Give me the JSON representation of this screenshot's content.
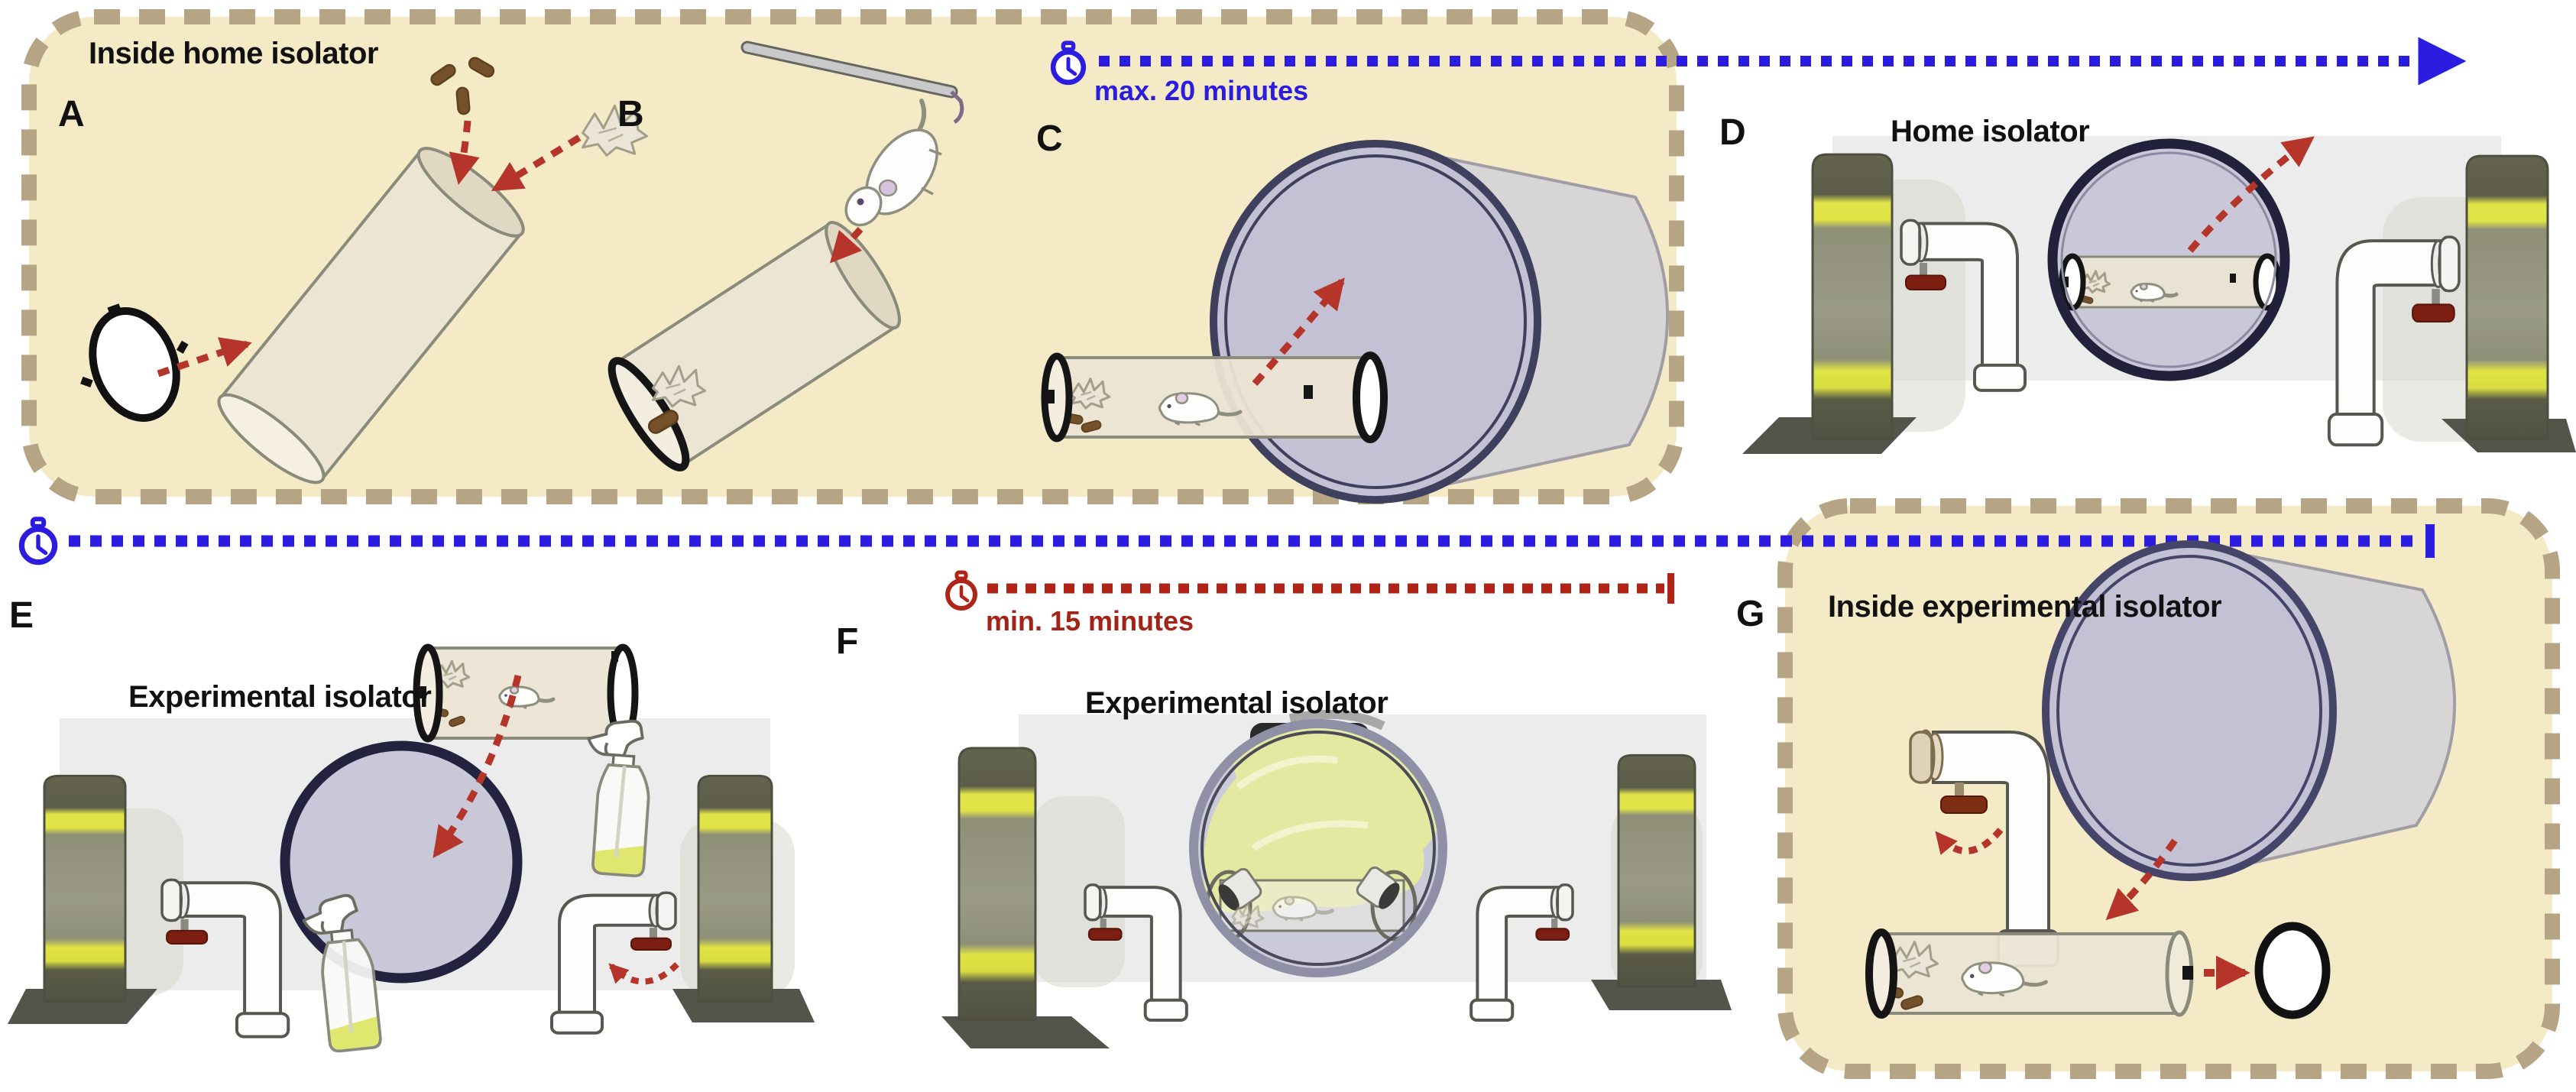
{
  "sections": {
    "home": {
      "title": "Inside home isolator"
    },
    "experimental": {
      "title": "Inside experimental isolator"
    }
  },
  "panels": {
    "a": {
      "letter": "A"
    },
    "b": {
      "letter": "B"
    },
    "c": {
      "letter": "C"
    },
    "d": {
      "letter": "D",
      "title": "Home isolator"
    },
    "e": {
      "letter": "E",
      "title": "Experimental isolator"
    },
    "f": {
      "letter": "F",
      "title": "Experimental isolator"
    },
    "g": {
      "letter": "G"
    }
  },
  "timers": {
    "transfer": {
      "label": "max. 20 minutes"
    },
    "disinfection": {
      "label": "min. 15 minutes"
    }
  },
  "colors": {
    "timeline_blue": "#2b1ce0",
    "arrow_red": "#b6352b",
    "timer_red_text": "#a32317",
    "panel_cream": "#f4ebc6",
    "dash_border": "#b5a584",
    "isolator_backdrop": "#ececec",
    "porthole_fill": "#c9c8d8",
    "disinfectant_mist": "#e4ea9e",
    "disinfectant_liquid": "#dfe76e",
    "column_yellow": "#dfe344",
    "valve_red": "#7c1f12"
  }
}
